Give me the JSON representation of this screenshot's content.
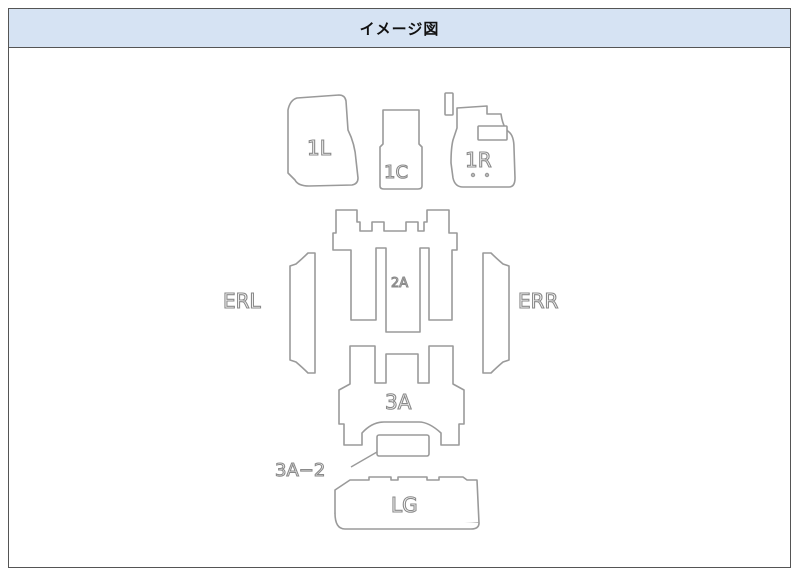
{
  "header": {
    "title": "イメージ図"
  },
  "parts": {
    "p1L": "1L",
    "p1C": "1C",
    "p1R": "1R",
    "p2A": "2A",
    "pERL": "ERL",
    "pERR": "ERR",
    "p3A": "3A",
    "p3A2": "3A−2",
    "pLG": "LG"
  }
}
